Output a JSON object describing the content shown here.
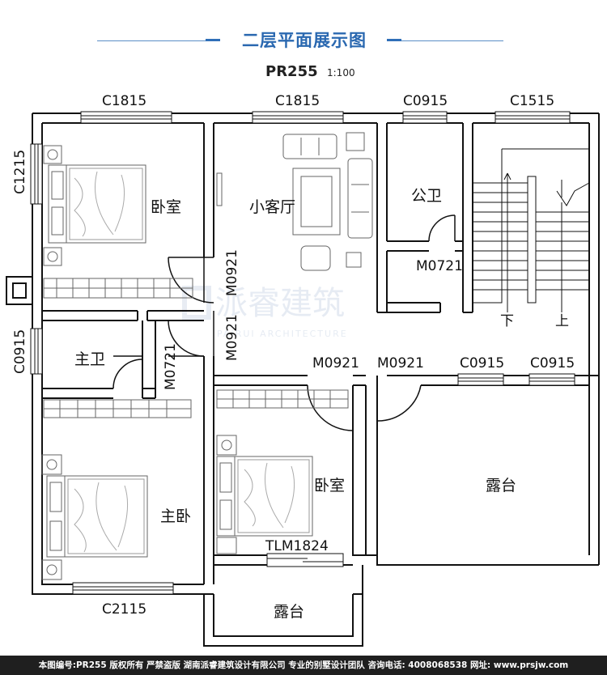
{
  "header": {
    "title": "二层平面展示图",
    "plan_code": "PR255",
    "scale": "1:100"
  },
  "windows": {
    "c1815_left": "C1815",
    "c1815_mid": "C1815",
    "c0915_top": "C0915",
    "c1515": "C1515",
    "c1215": "C1215",
    "c0915_left": "C0915",
    "c0915_mid_a": "C0915",
    "c0915_mid_b": "C0915",
    "c2115": "C2115",
    "tlm1824": "TLM1824"
  },
  "doors": {
    "m0921_upper": "M0921",
    "m0921_lower": "M0921",
    "m0721_bath": "M0721",
    "m0721_public": "M0721",
    "m0921_bed2": "M0921",
    "m0921_terrace": "M0921"
  },
  "rooms": {
    "bedroom_1": "卧室",
    "living": "小客厅",
    "public_bath": "公卫",
    "master_bath": "主卫",
    "master_bedroom": "主卧",
    "bedroom_2": "卧室",
    "terrace_right": "露台",
    "terrace_bottom": "露台"
  },
  "stairs": {
    "down": "下",
    "up": "上"
  },
  "watermark": {
    "name": "派睿建筑",
    "sub": "PAIRUI ARCHITECTURE"
  },
  "footer": {
    "text": "本图编号:PR255 版权所有 严禁盗版 湖南派睿建筑设计有限公司 专业的别墅设计团队 咨询电话: 4008068538 网址: www.prsjw.com"
  }
}
